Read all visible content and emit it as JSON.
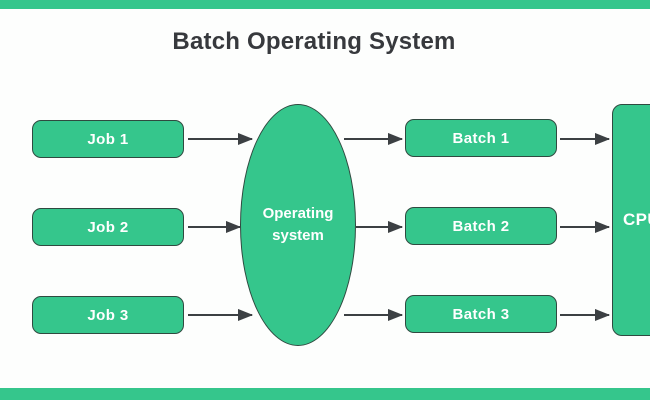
{
  "diagram": {
    "title": "Batch Operating System",
    "accent_color": "#35c68c",
    "node_border_color": "#2f4a40",
    "arrow_color": "#3c4043",
    "title_color": "#37393d",
    "background": "#fdfefd",
    "jobs": [
      {
        "label": "Job 1"
      },
      {
        "label": "Job 2"
      },
      {
        "label": "Job 3"
      }
    ],
    "os": {
      "line1": "Operating",
      "line2": "system"
    },
    "batches": [
      {
        "label": "Batch 1"
      },
      {
        "label": "Batch 2"
      },
      {
        "label": "Batch 3"
      }
    ],
    "cpu": {
      "label": "CPU"
    }
  }
}
